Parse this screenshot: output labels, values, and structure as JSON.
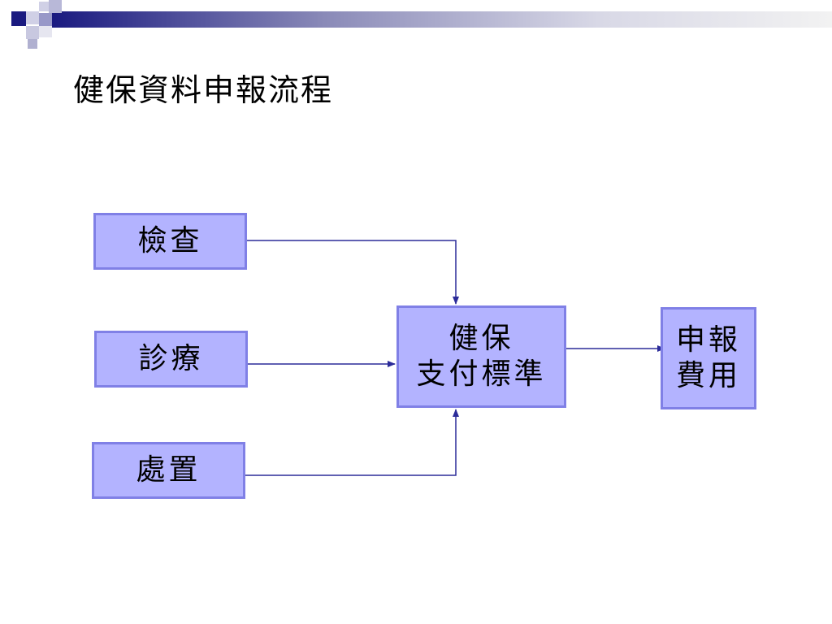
{
  "slide": {
    "title": "健保資料申報流程"
  },
  "diagram": {
    "inputs": [
      {
        "label": "檢查"
      },
      {
        "label": "診療"
      },
      {
        "label": "處置"
      }
    ],
    "center": {
      "line1": "健保",
      "line2": "支付標準"
    },
    "output": {
      "line1": "申報",
      "line2": "費用"
    }
  },
  "colors": {
    "box_fill": "#b3b3ff",
    "box_border": "#8080e6",
    "arrow": "#2b2b99",
    "deco_dark": "#1a1a80"
  }
}
